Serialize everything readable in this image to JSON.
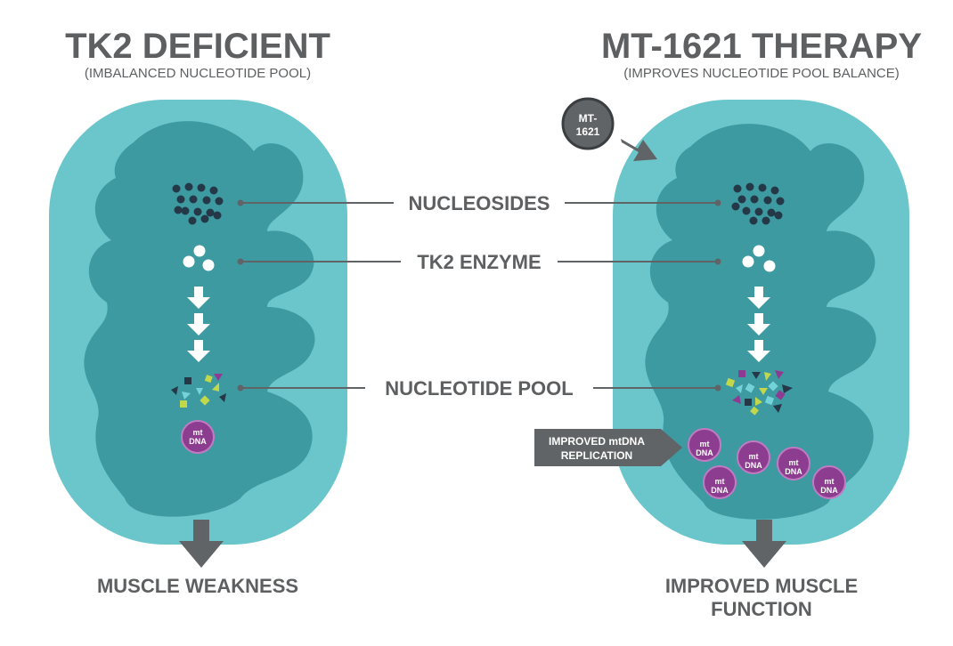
{
  "left_panel": {
    "title": "TK2 DEFICIENT",
    "subtitle": "(IMBALANCED NUCLEOTIDE POOL)",
    "mtdna_label": "mt DNA",
    "outcome": "MUSCLE WEAKNESS"
  },
  "right_panel": {
    "title": "MT-1621 THERAPY",
    "subtitle": "(IMPROVES NUCLEOTIDE POOL BALANCE)",
    "drug_badge": "MT-1621",
    "callout": "IMPROVED mtDNA REPLICATION",
    "mtdna_label": "mt DNA",
    "outcome": "IMPROVED MUSCLE FUNCTION"
  },
  "center_labels": {
    "nucleosides": "NUCLEOSIDES",
    "tk2_enzyme": "TK2 ENZYME",
    "nucleotide_pool": "NUCLEOTIDE POOL"
  },
  "colors": {
    "cell_outer": "#6ac6ca",
    "cell_inner": "#3e9aa1",
    "dark_dot": "#243848",
    "text_grey": "#5d5f61",
    "arrow_grey": "#606466",
    "mtdna_fill": "#8c3d8f",
    "mtdna_stroke": "#c27ac3",
    "piece_lime": "#c3d74b",
    "piece_cyan": "#74d3d9",
    "piece_purple": "#8e3a93",
    "piece_navy": "#243848"
  }
}
